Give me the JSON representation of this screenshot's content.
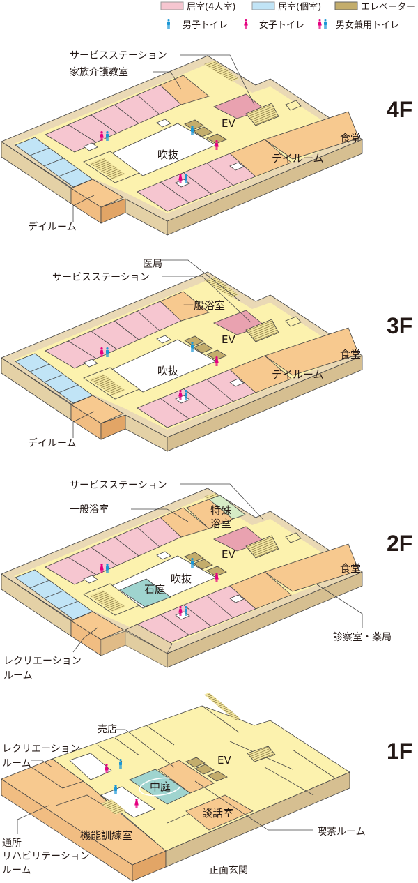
{
  "legend": {
    "rooms": [
      {
        "label": "居室(4人室)",
        "color": "#f6c6d0"
      },
      {
        "label": "居室(個室)",
        "color": "#c1e4f6"
      },
      {
        "label": "エレベーター",
        "color": "#c3ad6c"
      }
    ],
    "toilets": [
      {
        "label": "男子トイレ",
        "icon": "male-toilet-icon"
      },
      {
        "label": "女子トイレ",
        "icon": "female-toilet-icon"
      },
      {
        "label": "男女兼用トイレ",
        "icon": "unisex-toilet-icon"
      }
    ]
  },
  "colors": {
    "male": "#1b97d5",
    "female": "#e4007f",
    "corridor": "#fcf2ae",
    "common_room": "#f7c98f"
  },
  "floors": {
    "f4": {
      "name": "4F",
      "service_station": "サービスステーション",
      "family_care": "家族介護教室",
      "atrium": "吹抜",
      "ev": "EV",
      "dining": "食堂",
      "day_room_right": "デイルーム",
      "day_room_left": "デイルーム"
    },
    "f3": {
      "name": "3F",
      "medical_office": "医局",
      "service_station": "サービスステーション",
      "bath": "一般浴室",
      "atrium": "吹抜",
      "ev": "EV",
      "dining": "食堂",
      "day_room_right": "デイルーム",
      "day_room_left": "デイルーム"
    },
    "f2": {
      "name": "2F",
      "service_station": "サービスステーション",
      "bath": "一般浴室",
      "special_bath_1": "特殊",
      "special_bath_2": "浴室",
      "atrium": "吹抜",
      "stone_garden": "石庭",
      "ev": "EV",
      "dining": "食堂",
      "clinic": "診察室・薬局",
      "recreation_1": "レクリエーション",
      "recreation_2": "ルーム"
    },
    "f1": {
      "name": "1F",
      "shop": "売店",
      "recreation_1": "レクリエーション",
      "recreation_2": "ルーム",
      "ev": "EV",
      "courtyard": "中庭",
      "lounge": "談話室",
      "cafe": "喫茶ルーム",
      "rehab_1": "通所",
      "rehab_2": "リハビリテーション",
      "rehab_3": "ルーム",
      "training": "機能訓練室",
      "entrance": "正面玄関"
    }
  }
}
